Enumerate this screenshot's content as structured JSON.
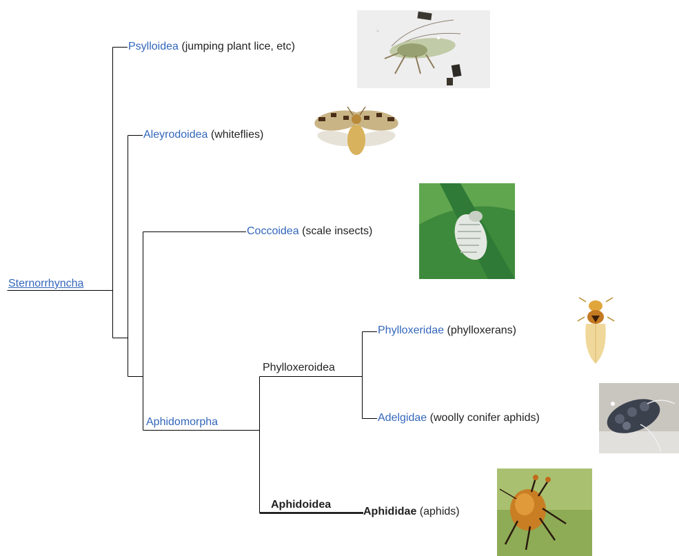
{
  "root": {
    "name": "Sternorrhyncha"
  },
  "taxa": {
    "psylloidea": {
      "name": "Psylloidea",
      "common": "(jumping plant lice, etc)"
    },
    "aleyrodoidea": {
      "name": "Aleyrodoidea",
      "common": "(whiteflies)"
    },
    "coccoidea": {
      "name": "Coccoidea",
      "common": "(scale insects)"
    },
    "aphidomorpha": {
      "name": "Aphidomorpha"
    },
    "phylloxeroidea": {
      "name": "Phylloxeroidea"
    },
    "phylloxeridae": {
      "name": "Phylloxeridae",
      "common": "(phylloxerans)"
    },
    "adelgidae": {
      "name": "Adelgidae",
      "common": "(woolly conifer aphids)"
    },
    "aphidoidea": {
      "name": "Aphidoidea"
    },
    "aphididae": {
      "name": "Aphididae",
      "common": "(aphids)"
    }
  },
  "colors": {
    "link": "#3366bb",
    "text": "#222222",
    "line": "#000000"
  }
}
